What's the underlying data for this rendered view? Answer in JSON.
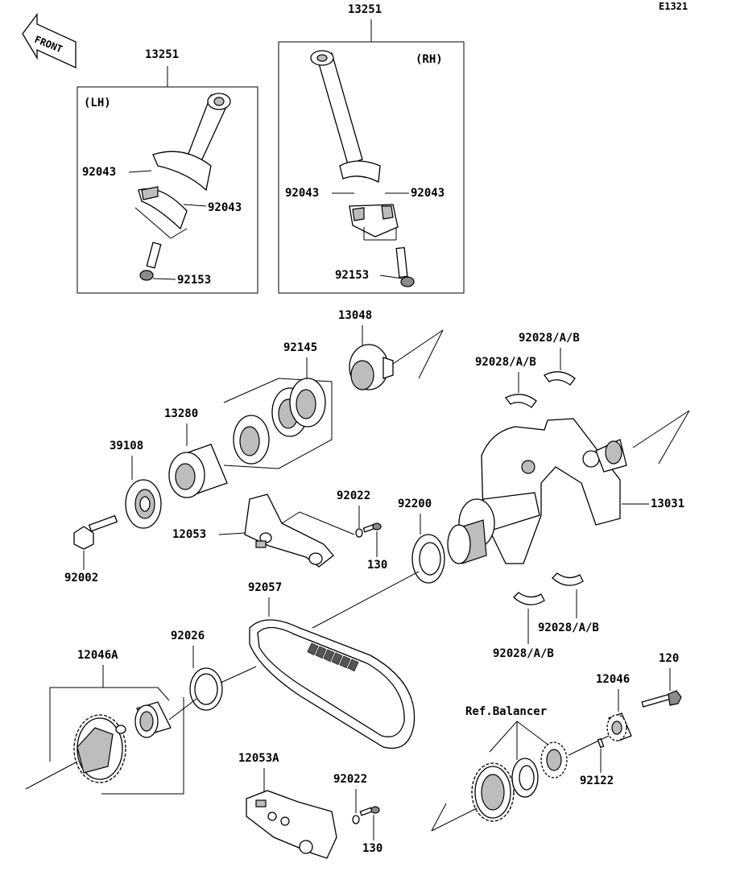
{
  "page_id": "E1321",
  "front_badge": "FRONT",
  "groups": {
    "lh": "(LH)",
    "rh": "(RH)"
  },
  "labels": {
    "rod_lh": "13251",
    "rod_rh": "13251",
    "bearing_lh_1": "92043",
    "bearing_lh_2": "92043",
    "bolt_lh": "92153",
    "bearing_rh_1": "92043",
    "bearing_rh_2": "92043",
    "bolt_rh": "92153",
    "sleeve_13048": "13048",
    "spring_92145": "92145",
    "collar_13280": "13280",
    "seal_39108": "39108",
    "bolt_92002": "92002",
    "guide_12053": "12053",
    "washer_92022_a": "92022",
    "bolt_130_a": "130",
    "plate_92200": "92200",
    "crankshaft_13031": "13031",
    "bearing_top_1": "92028/A/B",
    "bearing_top_2": "92028/A/B",
    "bearing_bot_1": "92028/A/B",
    "bearing_bot_2": "92028/A/B",
    "chain_92057": "92057",
    "washer_92026": "92026",
    "sprocket_12046a": "12046A",
    "guide_12053a": "12053A",
    "washer_92022_b": "92022",
    "bolt_130_b": "130",
    "balancer_ref": "Ref.Balancer",
    "sprocket_12046": "12046",
    "bolt_120": "120",
    "pin_92122": "92122"
  }
}
